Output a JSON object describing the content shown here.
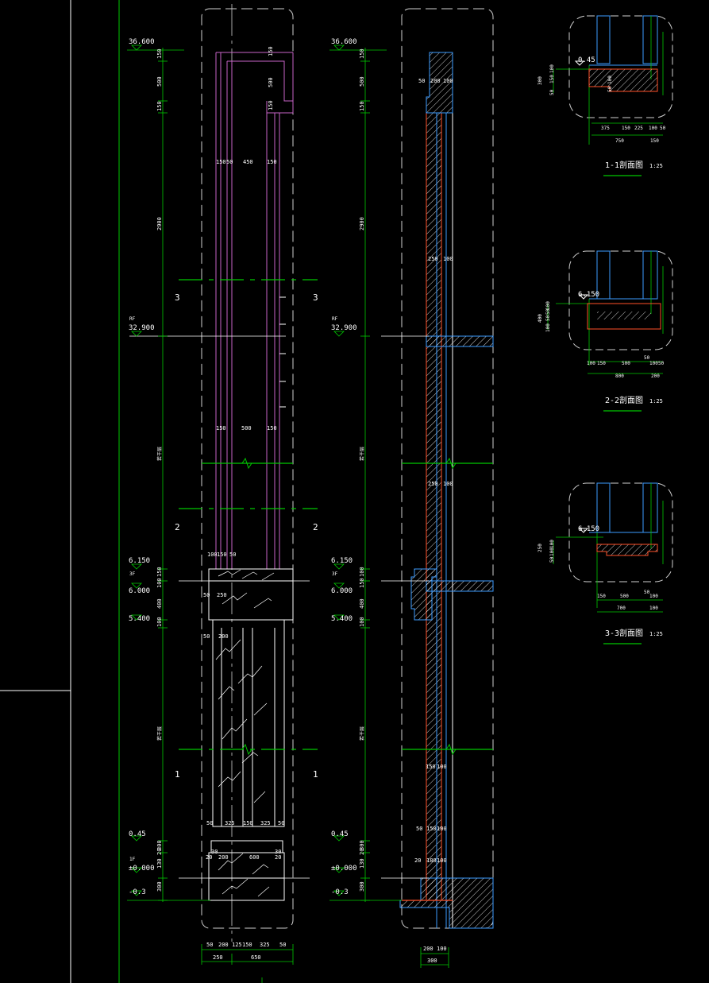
{
  "colors": {
    "background": "#000000",
    "text": "#ffffff",
    "green": "#00c800",
    "magenta": "#c864c8",
    "cyan": "#3c9bff",
    "red": "#ff5028",
    "hatch": "#ffffff",
    "dashed_outline": "#cfcfcf"
  },
  "elevation_left": {
    "levels": [
      {
        "value": "36.600",
        "floor": ""
      },
      {
        "value": "32.900",
        "floor": "RF"
      },
      {
        "value": "6.150",
        "floor": ""
      },
      {
        "value": "6.000",
        "floor": "3F"
      },
      {
        "value": "5.400",
        "floor": ""
      },
      {
        "value": "0.45",
        "floor": ""
      },
      {
        "value": "±0.000",
        "floor": "1F"
      },
      {
        "value": "-0.3",
        "floor": ""
      }
    ],
    "vertical_dims": [
      "150",
      "500",
      "150",
      "2900",
      "若干层",
      "150",
      "100",
      "400",
      "100",
      "若干层",
      "300",
      "20",
      "130",
      "300"
    ],
    "top_dims": [
      "150",
      "50",
      "450",
      "150"
    ],
    "mid_dims": [
      "150",
      "500",
      "150"
    ],
    "dims_6150": [
      "100",
      "150",
      "50"
    ],
    "dims_6000": [
      "50",
      "250"
    ],
    "dims_5400": [
      "50",
      "200"
    ],
    "dims_045": [
      "50",
      "325",
      "150",
      "325",
      "50"
    ],
    "dims_000": [
      "20",
      "200",
      "600",
      "20",
      "30",
      "30"
    ],
    "side_dims": [
      "150",
      "500",
      "150"
    ],
    "bottom_dims": [
      "50",
      "200",
      "125",
      "150",
      "325",
      "50"
    ],
    "bottom_totals": [
      "250",
      "650"
    ],
    "section_marks": [
      "3",
      "2",
      "1"
    ]
  },
  "elevation_right": {
    "levels": [
      {
        "value": "36.600",
        "floor": ""
      },
      {
        "value": "32.900",
        "floor": "RF"
      },
      {
        "value": "6.150",
        "floor": ""
      },
      {
        "value": "6.000",
        "floor": "3F"
      },
      {
        "value": "5.400",
        "floor": ""
      },
      {
        "value": "0.45",
        "floor": ""
      },
      {
        "value": "±0.000",
        "floor": ""
      },
      {
        "value": "-0.3",
        "floor": ""
      }
    ],
    "vertical_dims": [
      "150",
      "500",
      "150",
      "2900",
      "若干层",
      "100",
      "150",
      "400",
      "100",
      "若干层",
      "300",
      "20",
      "130",
      "300"
    ],
    "top_dims": [
      "50",
      "200",
      "100"
    ],
    "wall_dims": [
      [
        "250",
        "100"
      ],
      [
        "250",
        "100"
      ],
      [
        "150",
        "100"
      ]
    ],
    "dims_045": [
      "50",
      "150",
      "100"
    ],
    "dims_000": [
      "20",
      "180",
      "100"
    ],
    "bottom_dims": [
      "200",
      "100"
    ],
    "bottom_total": "300"
  },
  "sections": [
    {
      "title": "1-1剖面图",
      "scale": "1:25",
      "level": "0.45",
      "vertical_dims": [
        "300",
        "50",
        "150",
        "100"
      ],
      "inner_dims": [
        "50",
        "100"
      ],
      "bottom_dims": [
        "375",
        "150",
        "225",
        "100",
        "50"
      ],
      "bottom_totals": [
        "750",
        "150"
      ]
    },
    {
      "title": "2-2剖面图",
      "scale": "1:25",
      "level": "6.150",
      "vertical_dims": [
        "400",
        "50",
        "50",
        "100",
        "100"
      ],
      "bottom_dims": [
        "100",
        "150",
        "500",
        "50",
        "100",
        "50"
      ],
      "bottom_totals": [
        "800",
        "200"
      ]
    },
    {
      "title": "3-3剖面图",
      "scale": "1:25",
      "level": "6.150",
      "vertical_dims": [
        "250",
        "50",
        "100",
        "100"
      ],
      "bottom_dims": [
        "150",
        "500",
        "50",
        "100"
      ],
      "bottom_totals": [
        "700",
        "100"
      ]
    }
  ]
}
